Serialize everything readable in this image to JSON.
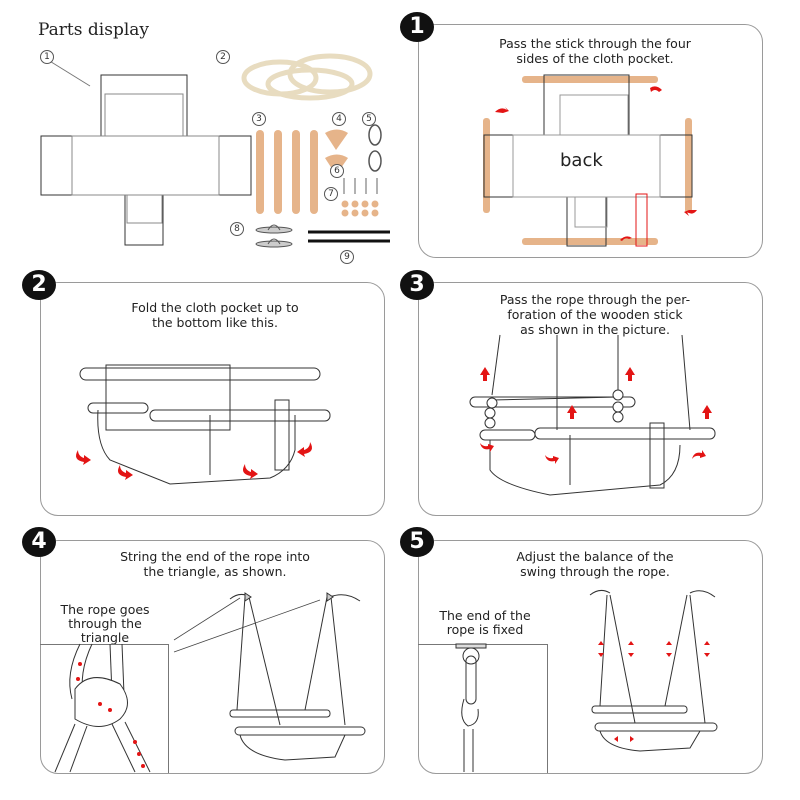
{
  "title": "Parts display",
  "parts": {
    "labels": [
      "1",
      "2",
      "3",
      "4",
      "5",
      "6",
      "7",
      "8",
      "9"
    ]
  },
  "steps": [
    {
      "number": "1",
      "caption": "Pass the stick through the four\nsides of the cloth pocket.",
      "label": "back"
    },
    {
      "number": "2",
      "caption": "Fold the cloth pocket up to\nthe bottom like this."
    },
    {
      "number": "3",
      "caption": "Pass the rope through the per-\nforation of the wooden stick\nas shown in the picture."
    },
    {
      "number": "4",
      "caption": "String the end of the rope into\nthe triangle, as shown.",
      "note": "The rope goes\nthrough the\ntriangle"
    },
    {
      "number": "5",
      "caption": "Adjust the balance of the\nswing through the rope.",
      "note": "The end of the\nrope is fixed"
    }
  ],
  "colors": {
    "arrow": "#e31414",
    "wood": "#e6b48a",
    "rope": "#efe3c8",
    "outline": "#333333",
    "panel_border": "#9a9a9a"
  }
}
